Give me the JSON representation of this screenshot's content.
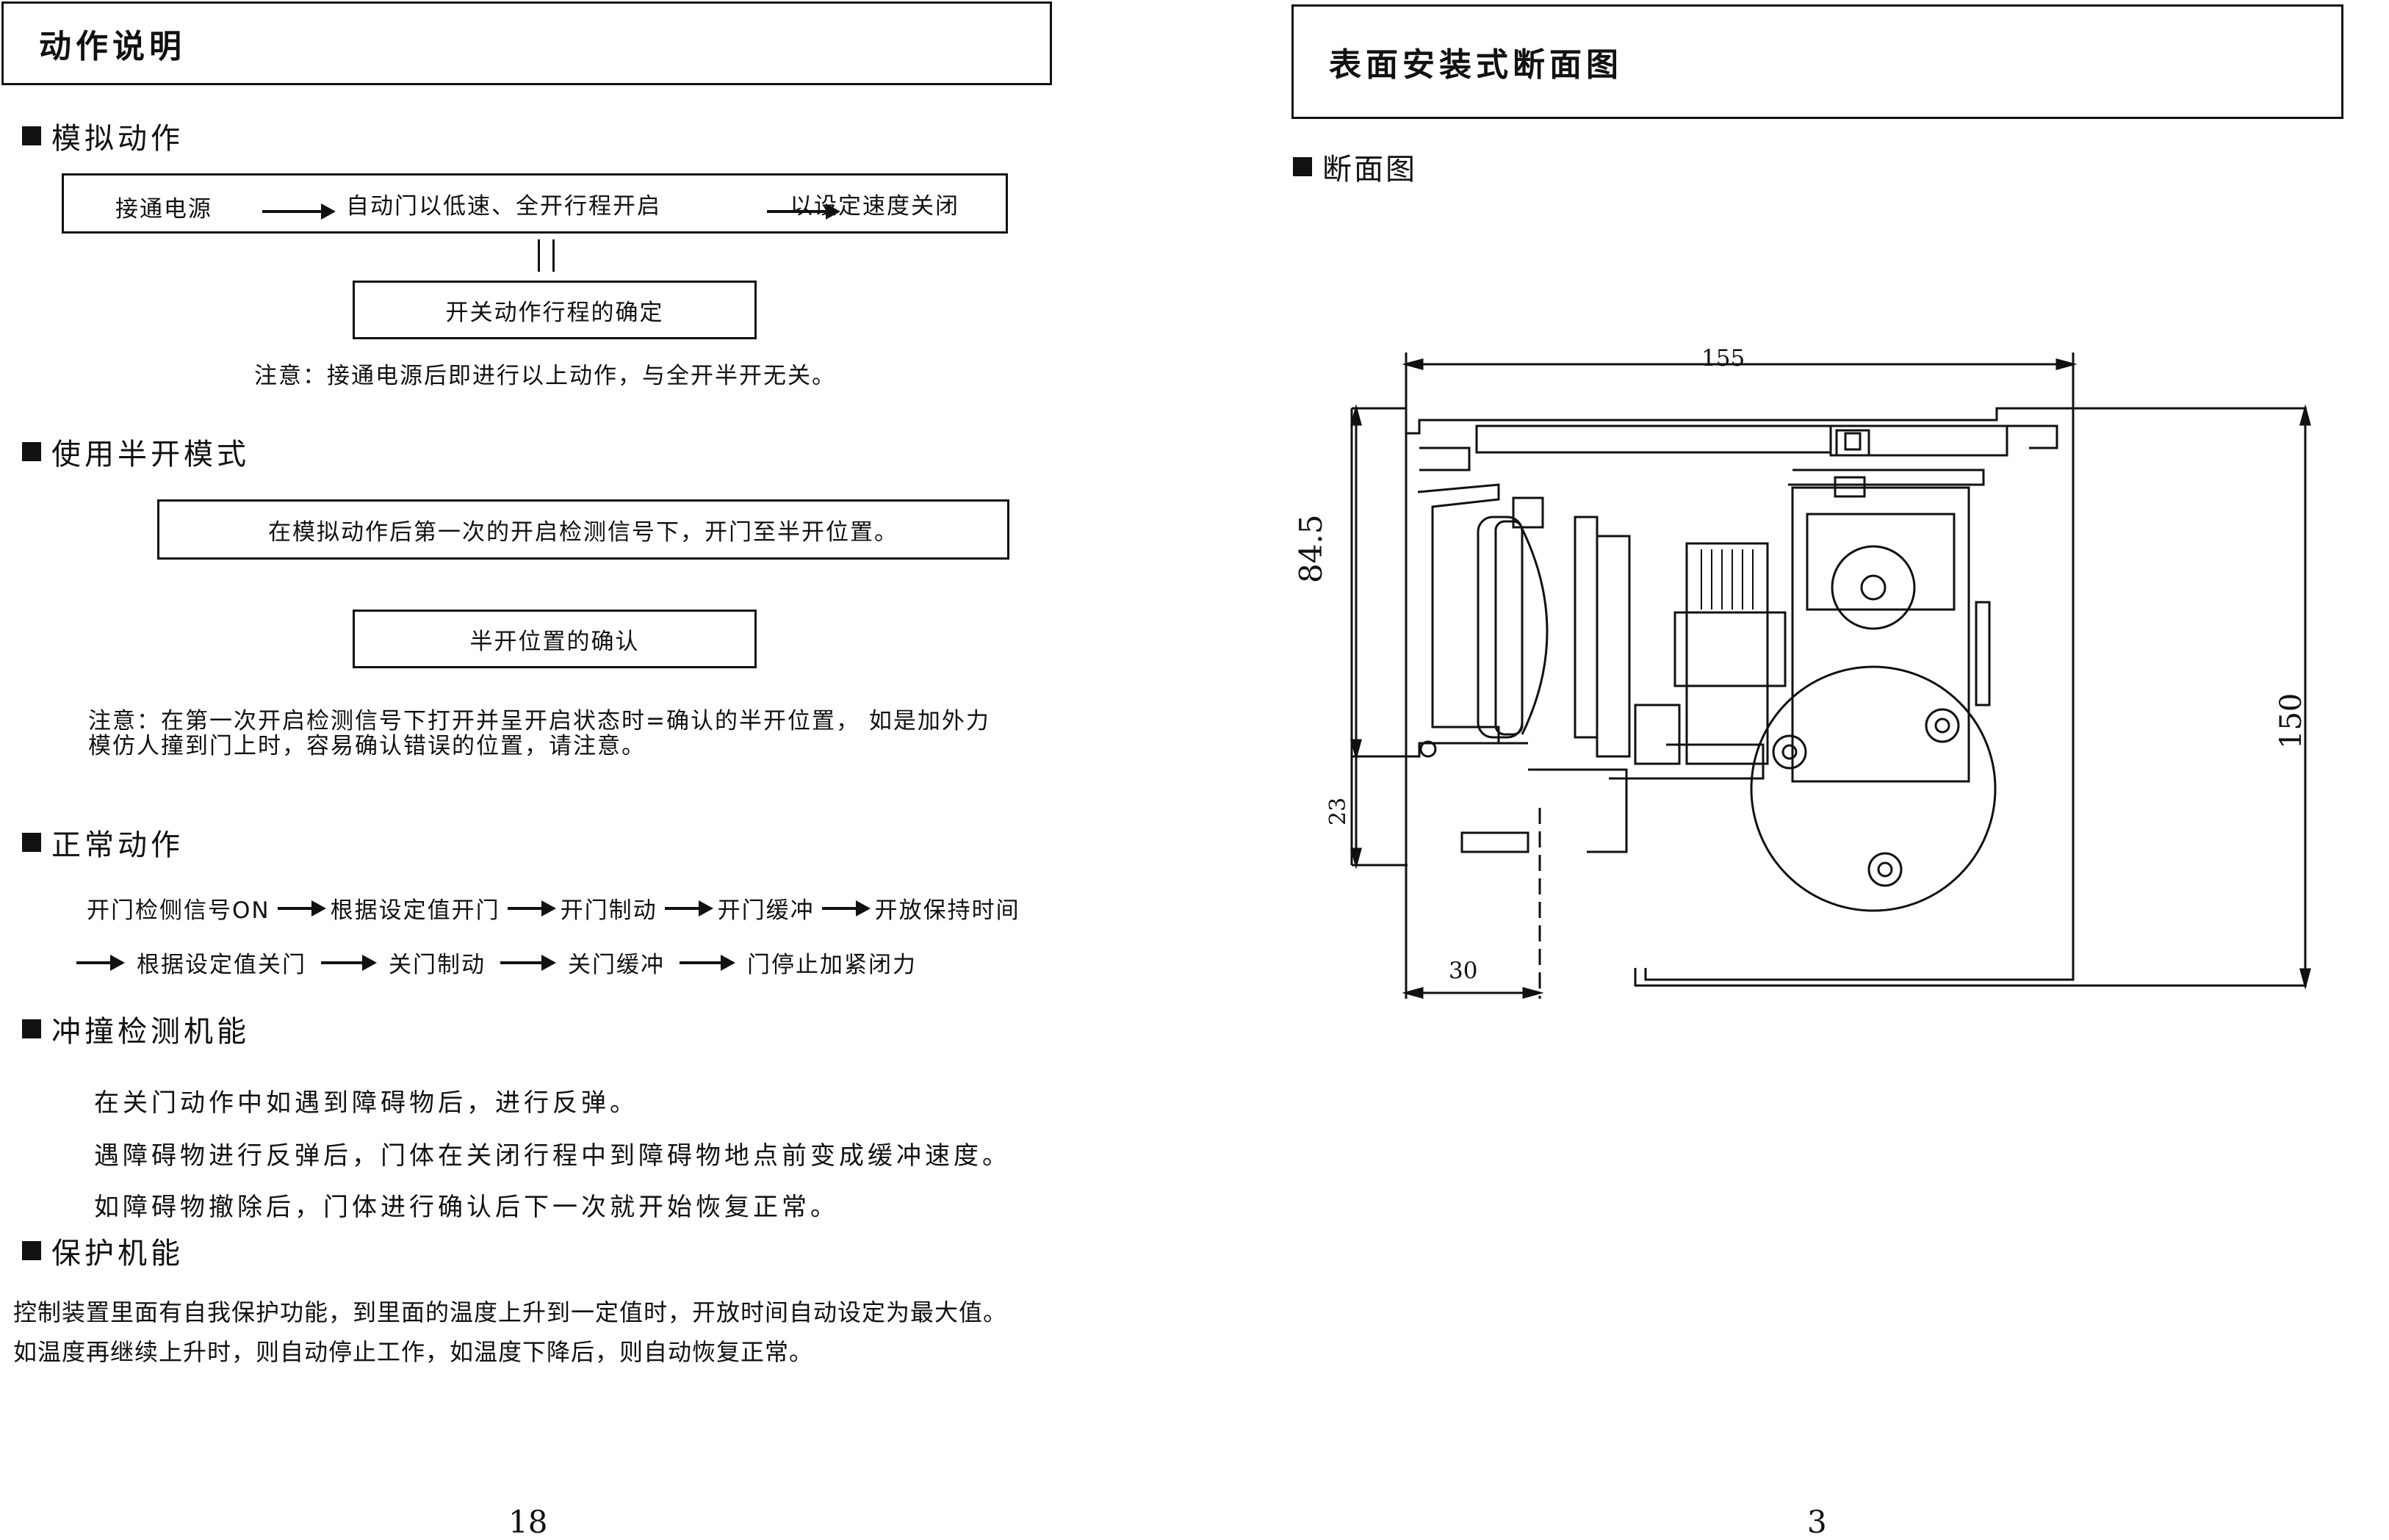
{
  "left": {
    "header_title": "动作说明",
    "sim": {
      "heading": "模拟动作",
      "flow": [
        "接通电源",
        "自动门以低速、全开行程开启",
        "以设定速度关闭"
      ],
      "sub_box": "开关动作行程的确定",
      "note": "注意：接通电源后即进行以上动作，与全开半开无关。"
    },
    "half": {
      "heading": "使用半开模式",
      "box1": "在模拟动作后第一次的开启检测信号下，开门至半开位置。",
      "box2": "半开位置的确认",
      "note_line1": "注意：在第一次开启检测信号下打开并呈开启状态时=确认的半开位置， 如是加外力",
      "note_line2": "模仿人撞到门上时，容易确认错误的位置，请注意。"
    },
    "normal": {
      "heading": "正常动作",
      "row1": [
        "开门检侧信号ON",
        "根据设定值开门",
        "开门制动",
        "开门缓冲",
        "开放保持时间"
      ],
      "row2": [
        "根据设定值关门",
        "关门制动",
        "关门缓冲",
        "门停止加紧闭力"
      ]
    },
    "collision": {
      "heading": "冲撞检测机能",
      "lines": [
        "在关门动作中如遇到障碍物后，进行反弹。",
        "遇障碍物进行反弹后，门体在关闭行程中到障碍物地点前变成缓冲速度。",
        "如障碍物撤除后，门体进行确认后下一次就开始恢复正常。"
      ]
    },
    "protect": {
      "heading": "保护机能",
      "lines": [
        "控制装置里面有自我保护功能，到里面的温度上升到一定值时，开放时间自动设定为最大值。",
        "如温度再继续上升时，则自动停止工作，如温度下降后，则自动恢复正常。"
      ]
    },
    "page_number": "18"
  },
  "right": {
    "header_title": "表面安装式断面图",
    "section_heading": "断面图",
    "dims": {
      "top": "155",
      "left_upper": "84.5",
      "left_lower": "23",
      "bottom": "30",
      "right": "150"
    },
    "page_number": "3"
  }
}
